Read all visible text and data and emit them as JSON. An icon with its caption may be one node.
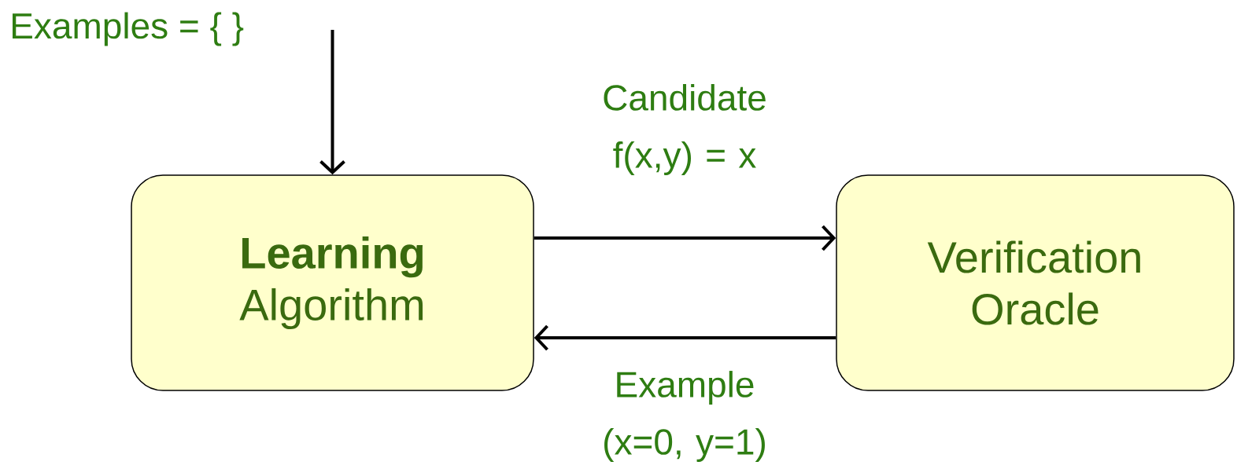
{
  "diagram": {
    "nodes": [
      {
        "text": [
          "**Learning** Algorithm"
        ]
      },
      {
        "text": [
          "Verification Oracle"
        ]
      }
    ],
    "edges": [
      {
        "from": null,
        "to": 0,
        "arrow": "to"
      },
      {
        "from": 0,
        "to": 1,
        "arrow": "to",
        "label": "Candidate f(x,y) = x"
      },
      {
        "from": 1,
        "to": 0,
        "arrow": "to",
        "label": "Example (x=0, y=1)"
      }
    ],
    "labels": [
      "Examples = { }"
    ]
  }
}
